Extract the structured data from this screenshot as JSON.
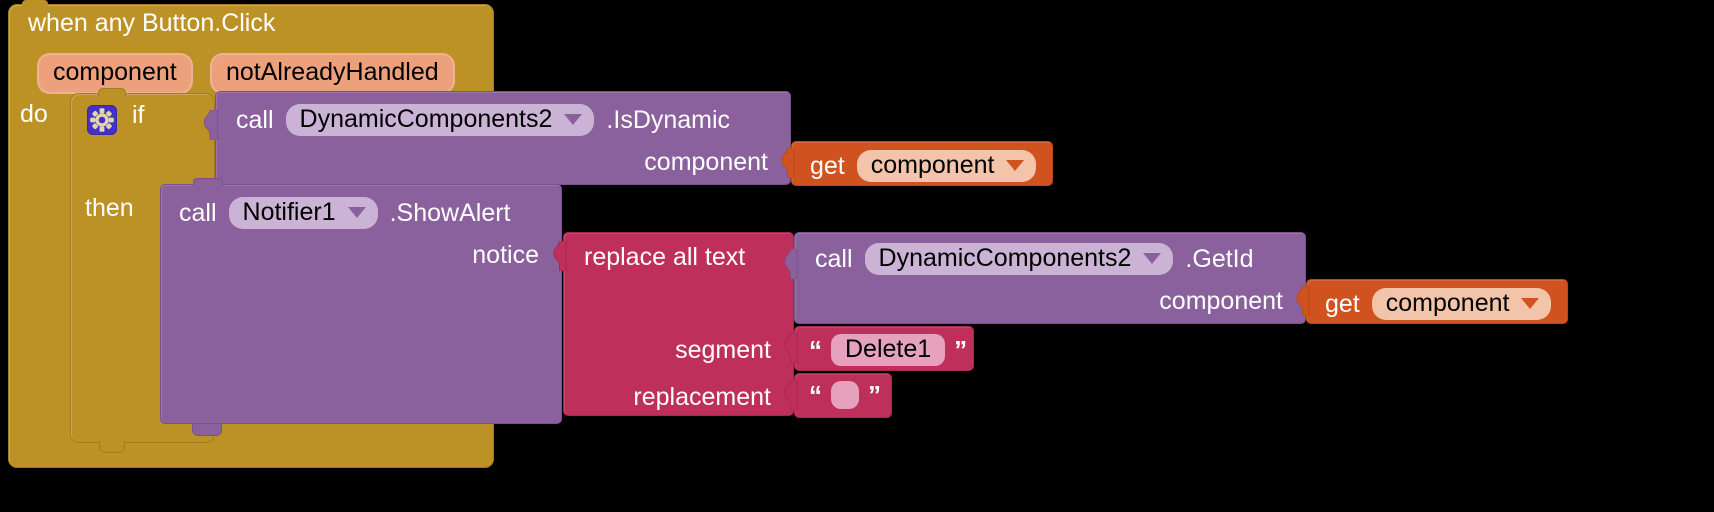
{
  "app": {
    "name": "MIT App Inventor Blocks Editor",
    "canvas_background": "#000000"
  },
  "palette": {
    "event_block": "#bc9227",
    "method_block": "#8a619c",
    "text_block": "#bf2f5c",
    "variable_block": "#d0521f",
    "param_pill": "#eda07c",
    "dropdown_pill": "#cbb3d6",
    "mutator_gear": "#4631c8"
  },
  "event_block": {
    "title": "when any Button.Click",
    "params": [
      {
        "name": "component",
        "label": "component"
      },
      {
        "name": "notAlreadyHandled",
        "label": "notAlreadyHandled"
      }
    ],
    "do_label": "do"
  },
  "if_block": {
    "mutator_icon": "gear-icon",
    "if_label": "if",
    "then_label": "then"
  },
  "is_dynamic_call": {
    "call_label": "call",
    "component": "DynamicComponents2",
    "method": ".IsDynamic",
    "socket_label": "component",
    "arg": {
      "get_label": "get",
      "variable": "component"
    }
  },
  "show_alert_call": {
    "call_label": "call",
    "component": "Notifier1",
    "method": ".ShowAlert",
    "socket_label": "notice"
  },
  "replace_all_text": {
    "title": "replace all text",
    "sockets": [
      {
        "name": "text",
        "label": ""
      },
      {
        "name": "segment",
        "label": "segment"
      },
      {
        "name": "replacement",
        "label": "replacement"
      }
    ],
    "segment_label": "segment",
    "replacement_label": "replacement",
    "segment_value": "Delete1",
    "replacement_value": "",
    "quote_open": "“",
    "quote_close": "”"
  },
  "get_id_call": {
    "call_label": "call",
    "component": "DynamicComponents2",
    "method": ".GetId",
    "socket_label": "component",
    "arg": {
      "get_label": "get",
      "variable": "component"
    }
  }
}
